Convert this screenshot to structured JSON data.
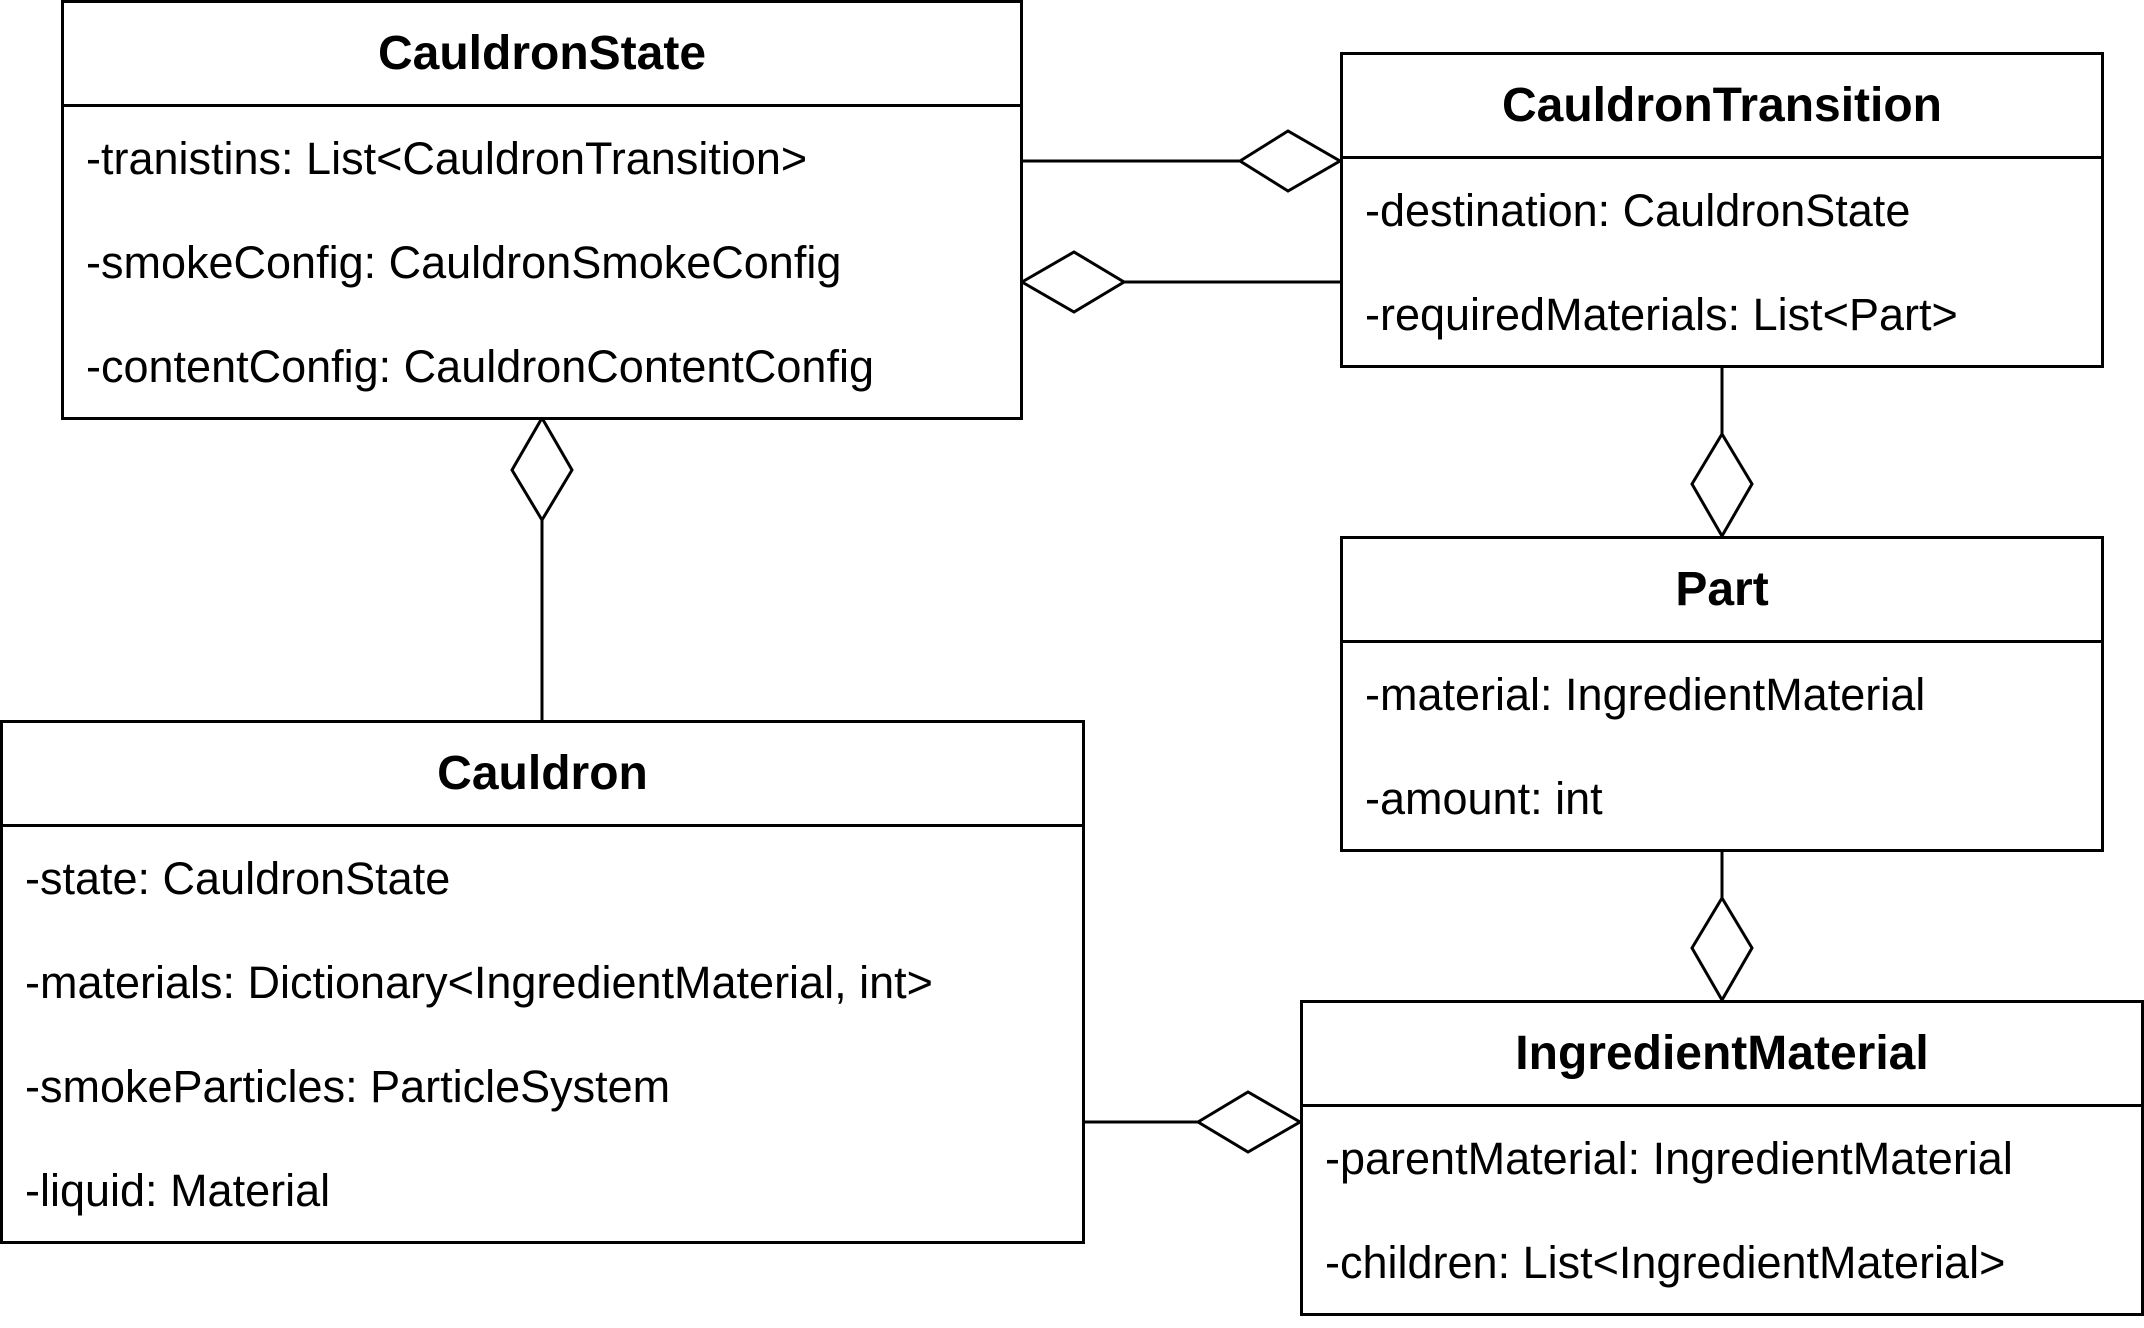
{
  "classes": {
    "cauldron_state": {
      "name": "CauldronState",
      "attributes": [
        "-tranistins: List<CauldronTransition>",
        "-smokeConfig: CauldronSmokeConfig",
        "-contentConfig: CauldronContentConfig"
      ]
    },
    "cauldron_transition": {
      "name": "CauldronTransition",
      "attributes": [
        "-destination: CauldronState",
        "-requiredMaterials: List<Part>"
      ]
    },
    "part": {
      "name": "Part",
      "attributes": [
        "-material: IngredientMaterial",
        "-amount: int"
      ]
    },
    "cauldron": {
      "name": "Cauldron",
      "attributes": [
        "-state: CauldronState",
        "-materials: Dictionary<IngredientMaterial, int>",
        "-smokeParticles: ParticleSystem",
        "-liquid: Material"
      ]
    },
    "ingredient_material": {
      "name": "IngredientMaterial",
      "attributes": [
        "-parentMaterial: IngredientMaterial",
        "-children: List<IngredientMaterial>"
      ]
    }
  },
  "relations": [
    {
      "type": "aggregation",
      "whole": "CauldronTransition",
      "part": "CauldronState"
    },
    {
      "type": "aggregation",
      "whole": "CauldronState",
      "part": "CauldronTransition"
    },
    {
      "type": "aggregation",
      "whole": "CauldronState",
      "part": "Cauldron"
    },
    {
      "type": "aggregation",
      "whole": "Part",
      "part": "CauldronTransition"
    },
    {
      "type": "aggregation",
      "whole": "IngredientMaterial",
      "part": "Part"
    },
    {
      "type": "aggregation",
      "whole": "IngredientMaterial",
      "part": "Cauldron"
    }
  ],
  "colors": {
    "line": "#000000",
    "background": "#ffffff"
  }
}
